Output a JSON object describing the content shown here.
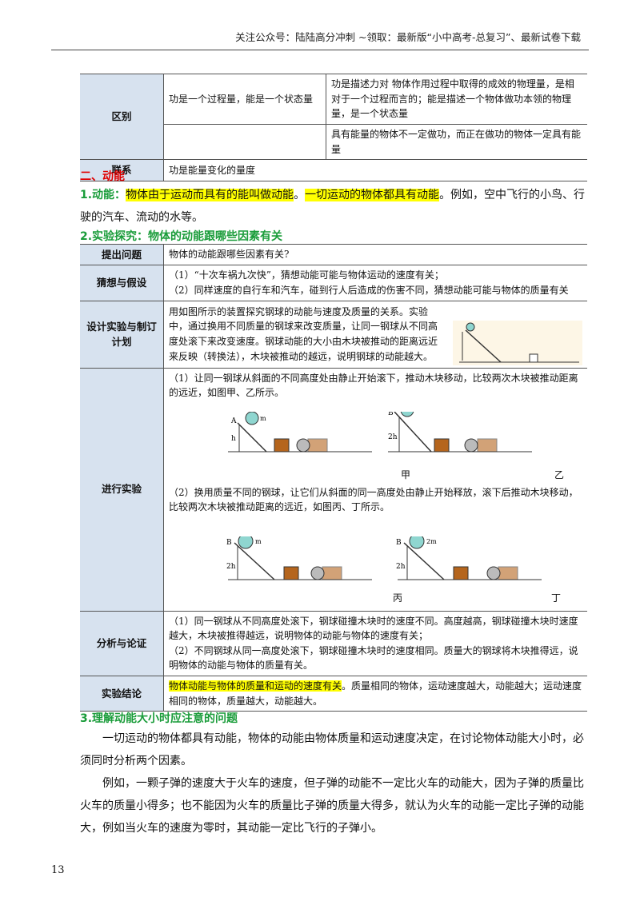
{
  "header": "关注公众号：陆陆高分冲刺  ~领取：最新版“小中高考-总复习”、最新试卷下载",
  "table1": {
    "row1_label": "区别",
    "row1_col1": "功是一个过程量，能是一个状态量",
    "row1_col2": "功是描述力对 物体作用过程中取得的成效的物理量，是相对于一个过程而言的；能是描述一个物体做功本领的物理量，是一个状态量",
    "row2_text": "具有能量的物体不一定做功，而正在做功的物体一定具有能量",
    "row3_label": "联系",
    "row3_text": "功是能量变化的量度"
  },
  "section2_title": "二、动能",
  "item1": {
    "prefix": "1.动能：",
    "hl1": "物体由于运动而具有的能叫做动能",
    "sep": "。",
    "hl2": "一切运动的物体都具有动能",
    "rest": "。例如，空中飞行的小鸟、行驶的汽车、流动的水等。"
  },
  "item2_title": "2.实验探究：物体的动能跟哪些因素有关",
  "table2": {
    "q_label": "提出问题",
    "q_text": "物体的动能跟哪些因素有关?",
    "g_label": "猜想与假设",
    "g_text1": "（1）“十次车祸九次快”，猜想动能可能与物体运动的速度有关；",
    "g_text2": "（2）同样速度的自行车和汽车，碰到行人后造成的伤害不同，猜想动能可能与物体的质量有关",
    "d_label": "设计实验与制订计划",
    "d_text": "用如图所示的装置探究钢球的动能与速度及质量的关系。实验中，通过换用不同质量的钢球来改变质量，让同一钢球从不同高度处滚下来改变速度。钢球动能的大小由木块被推动的距离远近来反映（转换法），木块被推动的越远，说明钢球的动能越大。",
    "e_label": "进行实验",
    "e_text1": "（1）让同一钢球从斜面的不同高度处由静止开始滚下，推动木块移动，比较两次木块被推动距离的远近，如图甲、乙所示。",
    "e_text2": "（2）换用质量不同的钢球，让它们从斜面的同一高度处由静止开始释放，滚下后推动木块移动，比较两次木块被推动距离的远近，如图丙、丁所示。",
    "cap_jia": "甲",
    "cap_yi": "乙",
    "cap_bing": "丙",
    "cap_ding": "丁",
    "a_label": "分析与论证",
    "a_text1": "（1）同一钢球从不同高度处滚下，钢球碰撞木块时的速度不同。高度越高，钢球碰撞木块时速度越大，木块被推得越远，说明物体的动能与物体的速度有关；",
    "a_text2": "（2）不同钢球从同一高度处滚下，钢球碰撞木块时的速度相同。质量大的钢球将木块推得远，说明物体的动能与物体的质量有关。",
    "c_label": "实验结论",
    "c_hl": "物体动能与物体的质量和运动的速度有关",
    "c_rest": "。质量相同的物体，运动速度越大，动能越大；运动速度相同的物体，质量越大，动能越大。"
  },
  "item3_title": "3.理解动能大小时应注意的问题",
  "para1": "一切运动的物体都具有动能，物体的动能由物体质量和运动速度决定，在讨论物体动能大小时，必须同时分析两个因素。",
  "para2": "例如，一颗子弹的速度大于火车的速度，但子弹的动能不一定比火车的动能大，因为子弹的质量比火车的质量小得多；也不能因为火车的质量比子弹的质量大得多，就认为火车的动能一定比子弹的动能大，例如当火车的速度为零时，其动能一定比飞行的子弹小。",
  "page_number": "13",
  "fig_labels": {
    "A": "A",
    "B": "B",
    "m": "m",
    "h": "h",
    "2h": "2h",
    "2m": "2m"
  }
}
